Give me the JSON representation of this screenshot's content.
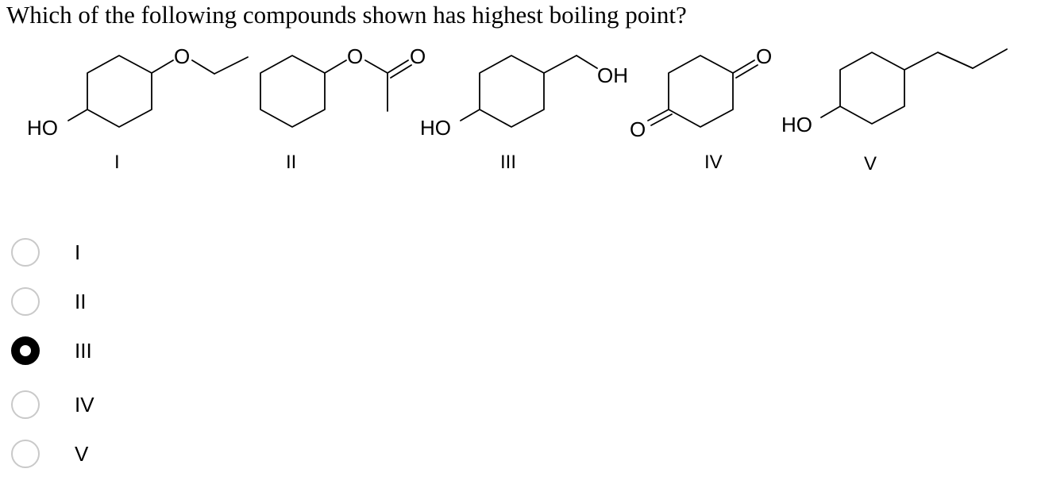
{
  "question": {
    "text": "Which of the following compounds shown has highest boiling point?"
  },
  "structures": {
    "atom_labels": {
      "o": "O",
      "oh": "OH",
      "ho": "HO"
    },
    "compound_labels": [
      "I",
      "II",
      "III",
      "IV",
      "V"
    ]
  },
  "options": [
    {
      "label": "I",
      "selected": false
    },
    {
      "label": "II",
      "selected": false
    },
    {
      "label": "III",
      "selected": true
    },
    {
      "label": "IV",
      "selected": false
    },
    {
      "label": "V",
      "selected": false
    }
  ]
}
